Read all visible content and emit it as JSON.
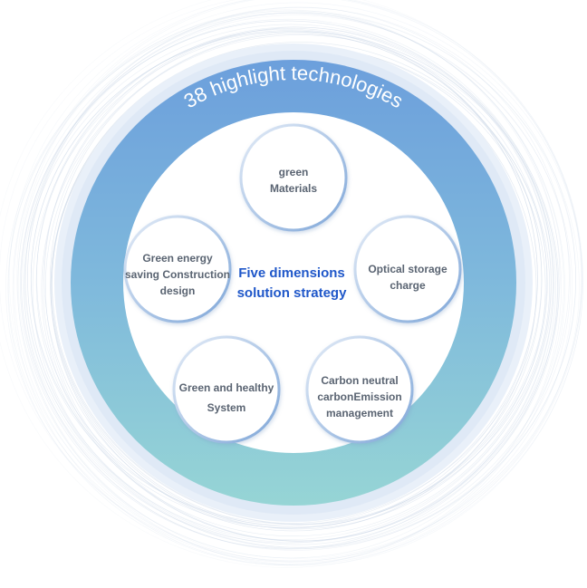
{
  "ring_title": "38 highlight technologies",
  "center": {
    "line1": "Five dimensions",
    "line2": "solution strategy"
  },
  "nodes": [
    {
      "id": "green-materials",
      "lines": [
        "green",
        "Materials"
      ]
    },
    {
      "id": "optical-storage-charge",
      "lines": [
        "Optical storage",
        "charge"
      ]
    },
    {
      "id": "carbon-neutral",
      "lines": [
        "Carbon neutral",
        "carbonEmission",
        "management"
      ]
    },
    {
      "id": "green-healthy-system",
      "lines": [
        "Green and healthy",
        "System"
      ]
    },
    {
      "id": "green-energy-construction",
      "lines": [
        "Green energy",
        "saving Construction",
        "design"
      ]
    }
  ],
  "colors": {
    "ring_top": "#6fa3dd",
    "ring_bottom": "#93d3d6",
    "halo": "#e6eef8",
    "node_border": "#8fb4e0",
    "center_text": "#1f57c9",
    "node_text": "#5a6472"
  }
}
